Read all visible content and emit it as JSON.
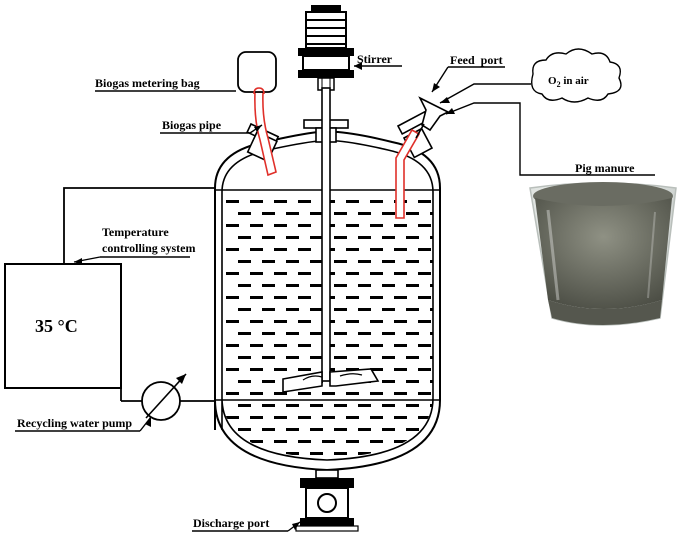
{
  "labels": {
    "stirrer": "Stirrer",
    "feed_port": "Feed  port",
    "o2": "O",
    "o2_sub": "2",
    "o2_suffix": " in air",
    "biogas_bag": "Biogas metering bag",
    "biogas_pipe": "Biogas pipe",
    "pig_manure": "Pig manure",
    "temp_line1": "Temperature",
    "temp_line2": "controlling system",
    "temperature": "35 °C",
    "pump": "Recycling water pump",
    "discharge": "Discharge port"
  },
  "colors": {
    "line": "#000000",
    "pipe": "#e0302a",
    "manure_dark": "#5a5c52",
    "manure_light": "#8f9184"
  }
}
